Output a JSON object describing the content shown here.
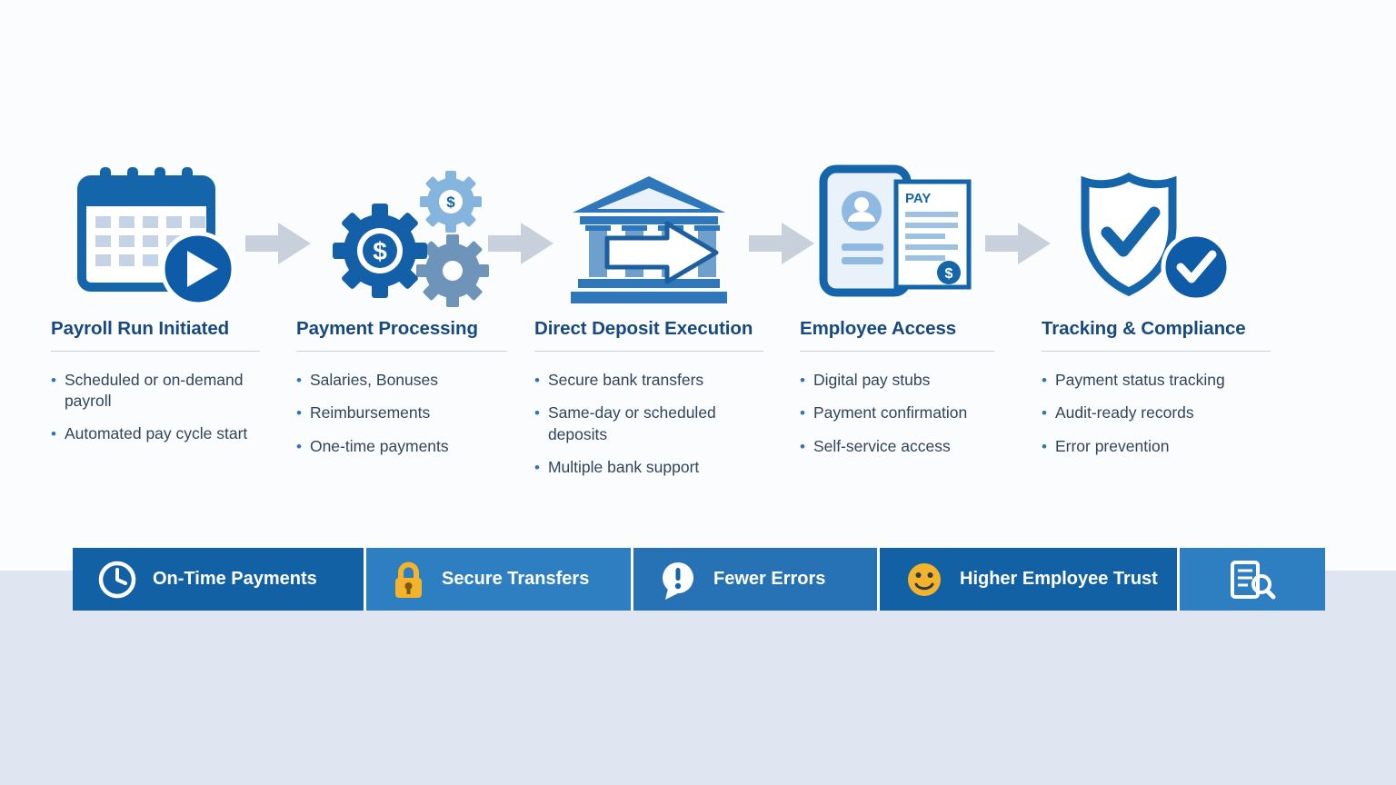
{
  "stages": [
    {
      "title": "Payroll Run Initiated",
      "bullets": [
        "Scheduled or on-demand payroll",
        "Automated pay cycle start"
      ]
    },
    {
      "title": "Payment Processing",
      "bullets": [
        "Salaries, Bonuses",
        "Reimbursements",
        "One-time payments"
      ]
    },
    {
      "title": "Direct Deposit Execution",
      "bullets": [
        "Secure bank transfers",
        "Same-day or scheduled deposits",
        "Multiple bank support"
      ]
    },
    {
      "title": "Employee Access",
      "bullets": [
        "Digital pay stubs",
        "Payment confirmation",
        "Self-service access"
      ]
    },
    {
      "title": "Tracking & Compliance",
      "bullets": [
        "Payment status tracking",
        "Audit-ready records",
        "Error prevention"
      ]
    }
  ],
  "benefits": [
    {
      "label": "On-Time Payments",
      "bg": "#1261a4"
    },
    {
      "label": "Secure Transfers",
      "bg": "#2e7ec2"
    },
    {
      "label": "Fewer Errors",
      "bg": "#2672b5"
    },
    {
      "label": "Higher Employee Trust",
      "bg": "#1261a4"
    },
    {
      "label": "",
      "bg": "#2e7ec2"
    }
  ],
  "glyphs": {
    "dollar": "$",
    "pay": "PAY"
  },
  "colors": {
    "primary_blue": "#1565ab",
    "light_blue": "#8fb9e0",
    "heading": "#17497e",
    "body_text": "#31455a",
    "arrow_gray": "#c8d1db",
    "band_bg": "#dfe6f1",
    "accent_yellow": "#f3b32b"
  }
}
